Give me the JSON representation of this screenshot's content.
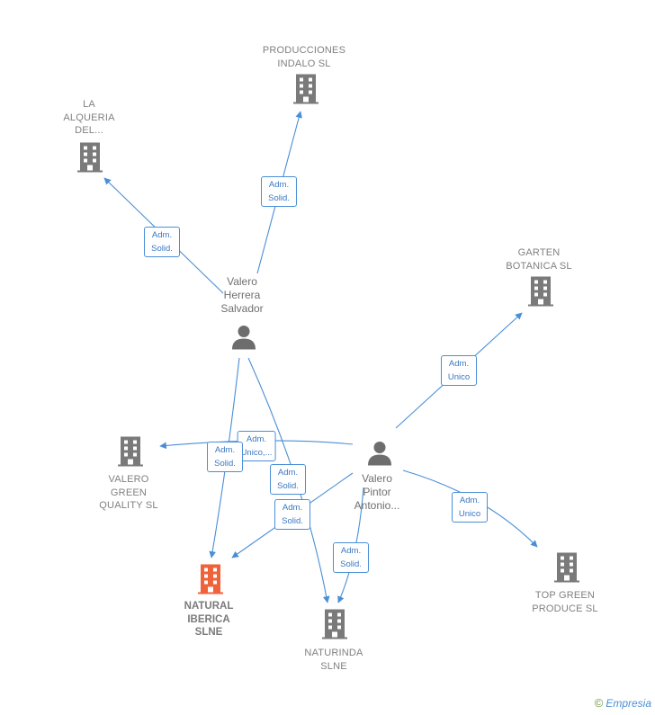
{
  "colors": {
    "edge": "#4a8fd6",
    "building": "#7a7a7a",
    "building_focus": "#f0623a",
    "person": "#6d6d6d"
  },
  "nodes": {
    "producciones_indalo": {
      "label": "PRODUCCIONES\nINDALO SL",
      "icon": "building-icon"
    },
    "la_alqueria": {
      "label": "LA\nALQUERIA\nDEL...",
      "icon": "building-icon"
    },
    "garten_botanica": {
      "label": "GARTEN\nBOTANICA SL",
      "icon": "building-icon"
    },
    "valero_herrera": {
      "label": "Valero\nHerrera\nSalvador",
      "icon": "person-icon"
    },
    "valero_pintor": {
      "label": "Valero\nPintor\nAntonio...",
      "icon": "person-icon"
    },
    "valero_green": {
      "label": "VALERO\nGREEN\nQUALITY SL",
      "icon": "building-icon"
    },
    "natural_iberica": {
      "label": "NATURAL\nIBERICA\nSLNE",
      "icon": "building-icon"
    },
    "naturinda": {
      "label": "NATURINDA\nSLNE",
      "icon": "building-icon"
    },
    "top_green": {
      "label": "TOP GREEN\nPRODUCE SL",
      "icon": "building-icon"
    }
  },
  "edges": [
    {
      "label": "Adm.\nSolid."
    },
    {
      "label": "Adm.\nSolid."
    },
    {
      "label": "Adm.\nUnico"
    },
    {
      "label": "Adm.\nUnico,..."
    },
    {
      "label": "Adm.\nSolid."
    },
    {
      "label": "Adm.\nSolid."
    },
    {
      "label": "Adm.\nSolid."
    },
    {
      "label": "Adm.\nSolid."
    },
    {
      "label": "Adm.\nUnico"
    }
  ],
  "watermark": {
    "symbol": "©",
    "brand": "Empresia"
  }
}
